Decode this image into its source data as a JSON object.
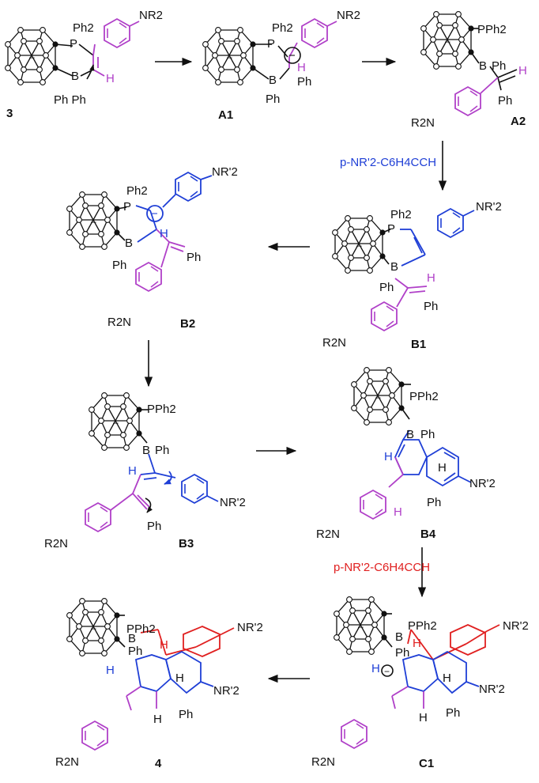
{
  "compounds": {
    "s3": {
      "id": "3",
      "ph2": "Ph2",
      "p": "P",
      "b": "B",
      "phph": "Ph Ph",
      "h": "H",
      "nr2": "NR2"
    },
    "a1": {
      "id": "A1",
      "ph2": "Ph2",
      "p": "P",
      "b": "B",
      "ph_b": "Ph",
      "ph_c": "Ph",
      "h": "H",
      "nr2": "NR2"
    },
    "a2": {
      "id": "A2",
      "pph2": "PPh2",
      "b": "B",
      "ph_b": "Ph",
      "ph_v": "Ph",
      "h": "H",
      "r2n": "R2N"
    },
    "b1": {
      "id": "B1",
      "ph2": "Ph2",
      "p": "P",
      "b": "B",
      "ph_b": "Ph",
      "ph_v": "Ph",
      "h": "H",
      "nr2p": "NR'2",
      "r2n": "R2N"
    },
    "b2": {
      "id": "B2",
      "ph2": "Ph2",
      "p": "P",
      "b": "B",
      "ph_b": "Ph",
      "ph_v": "Ph",
      "h": "H",
      "nr2p": "NR'2",
      "r2n": "R2N"
    },
    "b3": {
      "id": "B3",
      "pph2": "PPh2",
      "b": "B",
      "ph_b": "Ph",
      "ph_v": "Ph",
      "h": "H",
      "nr2p": "NR'2",
      "r2n": "R2N"
    },
    "b4": {
      "id": "B4",
      "pph2": "PPh2",
      "b": "B",
      "ph_b": "Ph",
      "ph_v": "Ph",
      "h1": "H",
      "h2": "H",
      "h3": "H",
      "nr2p": "NR'2",
      "r2n": "R2N"
    },
    "c1": {
      "id": "C1",
      "pph2": "PPh2",
      "b": "B",
      "ph_b": "Ph",
      "ph_v": "Ph",
      "h1": "H",
      "h2": "H",
      "h3": "H",
      "h4": "H",
      "nr2p_top": "NR'2",
      "nr2p": "NR'2",
      "r2n": "R2N"
    },
    "p4": {
      "id": "4",
      "pph2": "PPh2",
      "b": "B",
      "ph_b": "Ph",
      "ph_v": "Ph",
      "h1": "H",
      "h2": "H",
      "h3": "H",
      "h4": "H",
      "nr2p_top": "NR'2",
      "nr2p": "NR'2",
      "r2n": "R2N"
    }
  },
  "reagents": {
    "blue": "p-NR'2-C6H4CCH",
    "red": "p-NR'2-C6H4CCH"
  },
  "colors": {
    "black": "#111111",
    "magenta": "#b040c8",
    "blue": "#1f3fd6",
    "red": "#e02020"
  }
}
